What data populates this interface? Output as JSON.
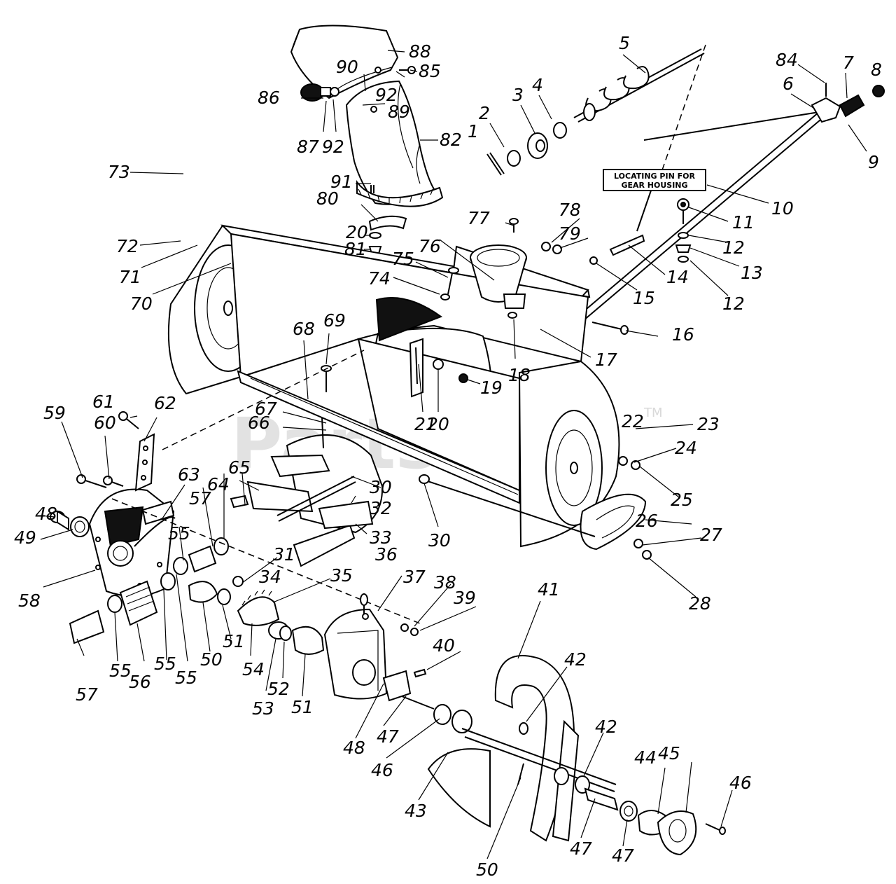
{
  "diagram": {
    "note": [
      "LOCATING PIN FOR",
      "GEAR HOUSING"
    ],
    "watermark": "PartsTree",
    "watermark_tm": "TM",
    "labels": [
      "1",
      "2",
      "3",
      "4",
      "5",
      "6",
      "7",
      "8",
      "9",
      "10",
      "11",
      "12",
      "12",
      "13",
      "14",
      "15",
      "16",
      "17",
      "18",
      "19",
      "20",
      "20",
      "21",
      "22",
      "23",
      "24",
      "25",
      "26",
      "27",
      "28",
      "30",
      "30",
      "31",
      "32",
      "33",
      "34",
      "35",
      "36",
      "37",
      "38",
      "39",
      "40",
      "41",
      "42",
      "42",
      "43",
      "44",
      "45",
      "46",
      "46",
      "47",
      "47",
      "47",
      "48",
      "48",
      "49",
      "50",
      "50",
      "51",
      "51",
      "52",
      "53",
      "54",
      "55",
      "55",
      "55",
      "55",
      "56",
      "57",
      "57",
      "58",
      "59",
      "60",
      "61",
      "62",
      "63",
      "64",
      "65",
      "66",
      "67",
      "68",
      "69",
      "70",
      "71",
      "72",
      "73",
      "74",
      "75",
      "76",
      "77",
      "78",
      "79",
      "80",
      "81",
      "82",
      "84",
      "85",
      "86",
      "87",
      "88",
      "89",
      "90",
      "91",
      "92",
      "92"
    ]
  }
}
